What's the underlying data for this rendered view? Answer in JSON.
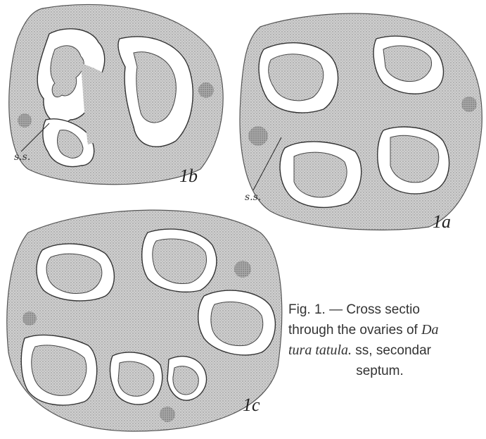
{
  "figure": {
    "panels": [
      {
        "id": "1b",
        "label": "1b"
      },
      {
        "id": "1a",
        "label": "1a"
      },
      {
        "id": "1c",
        "label": "1c"
      }
    ],
    "annotations": {
      "ss_1b": "s.s.",
      "ss_1a": "s.s."
    },
    "caption": {
      "line1_a": "Fig. 1. — Cross sectio",
      "line2_a": "through the ovaries of ",
      "line2_b": "Da",
      "line3_a": "tura tatula.",
      "line3_b": " ss, secondar",
      "line4": "septum."
    }
  }
}
